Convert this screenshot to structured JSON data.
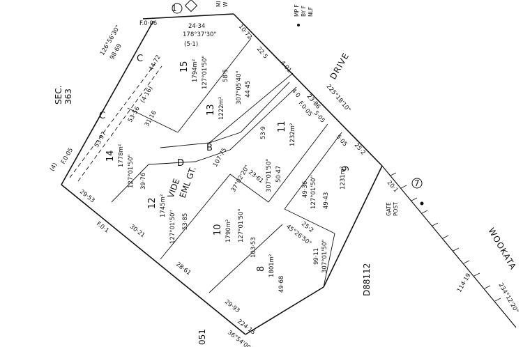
{
  "plan": {
    "section": "SEC.\n363",
    "section_line1": "SEC.",
    "section_line2": "363",
    "road_north": "DRIVE",
    "road_east": "WOOKATA",
    "deposited_plan": "D88112",
    "vide_line1": "VIDE",
    "vide_line2": "EML GT.",
    "gate_post_line1": "GATE",
    "gate_post_line2": "POST",
    "fragment_bottom": "051",
    "marks": {
      "c1": "C",
      "c2": "C",
      "b": "B",
      "d": "D",
      "circle1": "1",
      "circle7": "7"
    },
    "top_right_notes": [
      "MP F",
      "BY F",
      "NLF"
    ],
    "top_mid_note": [
      "MI",
      "W G"
    ]
  },
  "lots": [
    {
      "num": "15",
      "area": "1794m²",
      "brg": "127°01'50\"",
      "side": "58·5"
    },
    {
      "num": "13",
      "area": "1222m²",
      "brg": "307°05'40\"",
      "side": "44·45"
    },
    {
      "num": "14",
      "area": "1778m²",
      "brg": "127°01'50\"",
      "side": "39·76"
    },
    {
      "num": "12",
      "area": "1745m²",
      "brg": "127°01'50\"",
      "side": "53·85"
    },
    {
      "num": "11",
      "area": "1232m²",
      "brg": "307°01'50\"",
      "side": "50·47",
      "side2": "53·9"
    },
    {
      "num": "10",
      "area": "1790m²",
      "brg": "127°01'50\"",
      "side": "103·53"
    },
    {
      "num": "9",
      "area": "1231m²",
      "brg": "127°01'50\"",
      "side": "49·36",
      "side2": "49·43"
    },
    {
      "num": "8",
      "area": "1801m²",
      "brg": "307°01'50\"",
      "side": "99·11",
      "side2": "49·68"
    }
  ],
  "dims": {
    "f006": "F.0·06",
    "top_len": "24·34",
    "top_brg": "178°37'30\"",
    "top_ref": "(5·1)",
    "n_brg": "10·72",
    "lot15_front": "22·5",
    "e401": "4·01",
    "e4_0": "4·0",
    "lot11_front": "23·86",
    "f0_05": "F.0·05",
    "drive_brg": "225°18'10\"",
    "s5_05a": "5·05",
    "s5_05b": "5·05",
    "lot9_front": "25·2",
    "left_brg": "126°56'30\"",
    "left_len": "98·69",
    "w4472": "44·72",
    "w4_16": "(4·16)",
    "w5356": "53·56",
    "w3116": "31·16",
    "w5397": "53·97",
    "f0_05b": "F.0·05",
    "w4": "(4)",
    "w2953": "29·53",
    "f0_1": "F.0·1",
    "w3021": "30·21",
    "w10775": "107·75",
    "w2361": "23·61",
    "brg3702": "37°02'20\"",
    "w2861": "28·61",
    "w2993": "29·93",
    "w22415": "224·15",
    "bot_brg": "36°54'00\"",
    "w2518": "25·2",
    "brg45": "45°26'50\"",
    "gate20_1": "20·1",
    "wook_len": "114·19",
    "wook_brg": "234°12'20\""
  }
}
